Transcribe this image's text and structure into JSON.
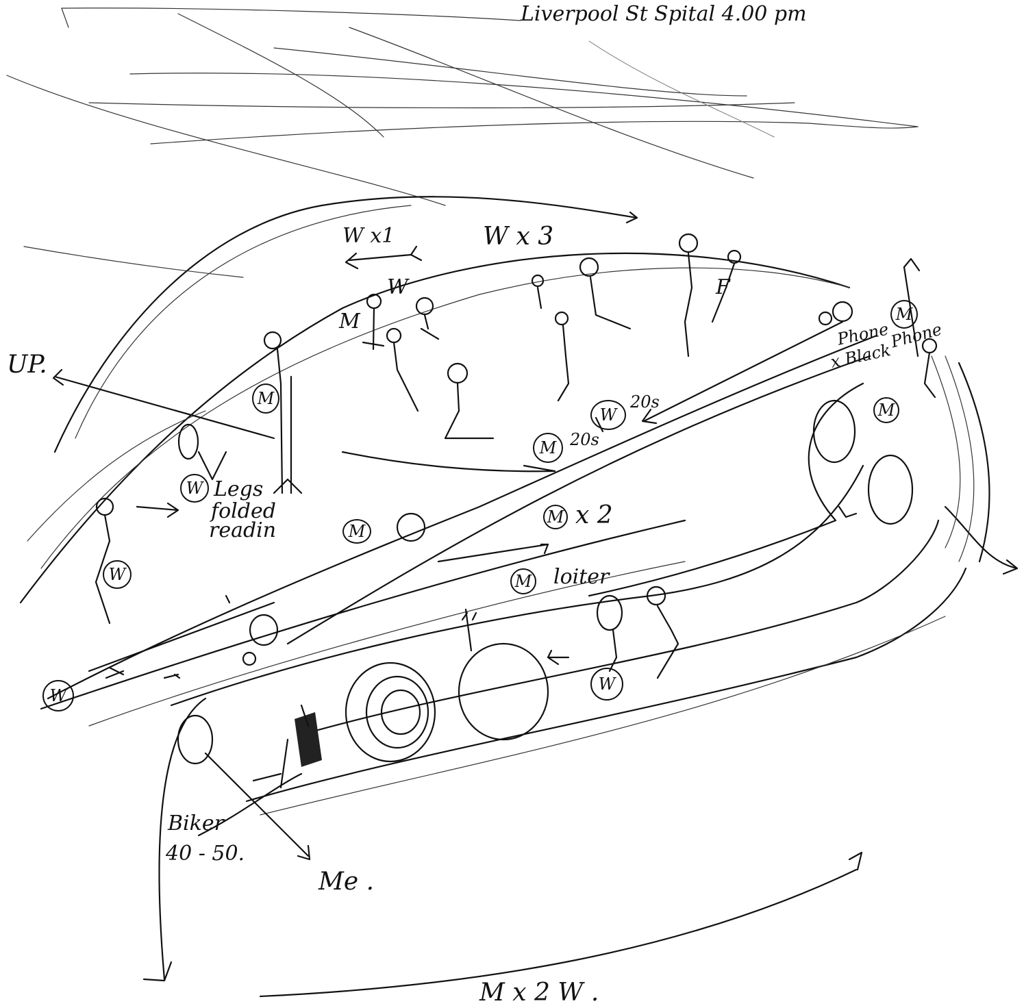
{
  "header": {
    "title": "Liverpool St   Spital   4.00 pm"
  },
  "labels": {
    "w_x1": "W x1",
    "w_x3": "W x 3",
    "up": "UP.",
    "legs_line1": "Legs",
    "legs_line2": "folded",
    "legs_line3": "readin",
    "m_x2_circle": "M",
    "m_x2_suffix": "x 2",
    "loiter_circle": "M",
    "loiter_text": "loiter",
    "w20_circle": "W",
    "w20_age": "20s",
    "m20_circle": "M",
    "m20_age": "20s",
    "phone": "Phone",
    "x_black": "x Black",
    "phone2": "Phone",
    "biker_line1": "Biker",
    "biker_line2": "40 - 50.",
    "me": "Me .",
    "bottom": "M x 2   W .",
    "w_circle_left": "W",
    "w_circle_far_left": "W",
    "w_circle_legs": "W",
    "m_circle_upper_left": "M",
    "m_circle_mid": "M",
    "w_circle_bottom": "W",
    "m_circle_right": "M",
    "m_circle_right2": "M",
    "m_plain": "M",
    "w_plain": "W",
    "f_plain": "F"
  }
}
